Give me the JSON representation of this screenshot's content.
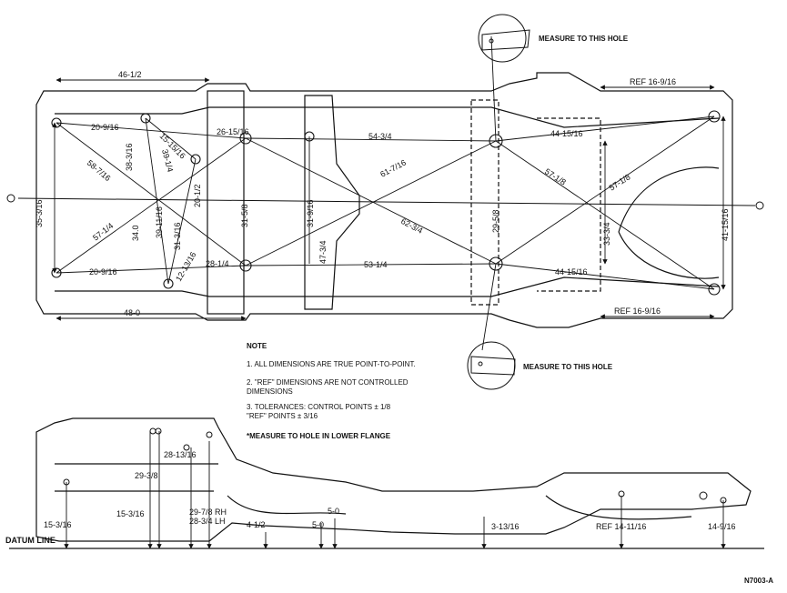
{
  "top_view": {
    "dimensions": [
      "46-1/2",
      "REF 16-9/16",
      "20-9/16",
      "15-15/16",
      "26-15/16",
      "54-3/4",
      "44-15/16",
      "58-7/16",
      "38-3/16",
      "39-1/4",
      "61-7/16",
      "57-1/8",
      "57-1/8",
      "35-3/16",
      "57-1/4",
      "34.0",
      "39-11/16",
      "31-3/16",
      "20-1/2",
      "31-5/8",
      "31-9/16",
      "29-5/8",
      "62-3/4",
      "33-3/4",
      "41-15/16",
      "47-3/4",
      "12-13/16",
      "28-1/4",
      "20-9/16",
      "53-1/4",
      "44-15/16",
      "48-0",
      "REF 16-9/16"
    ],
    "callout_top": "MEASURE TO THIS HOLE",
    "callout_bottom": "MEASURE TO THIS HOLE"
  },
  "notes": {
    "title": "NOTE",
    "items": [
      "1. ALL DIMENSIONS ARE TRUE POINT-TO-POINT.",
      "2. \"REF\" DIMENSIONS ARE NOT CONTROLLED\n    DIMENSIONS",
      "3. TOLERANCES:  CONTROL POINTS ± 1/8\n                        \"REF\" POINTS ± 3/16"
    ],
    "footnote": "*MEASURE TO HOLE IN LOWER FLANGE"
  },
  "side_view": {
    "datum_label": "DATUM LINE",
    "dimensions": [
      "28-13/16",
      "29-3/8",
      "15-3/16",
      "15-3/16",
      "29-7/8 RH",
      "28-3/4 LH",
      "4-1/2",
      "5-0",
      "5-0",
      "3-13/16",
      "REF 14-11/16",
      "14-9/16"
    ]
  },
  "figure_id": "N7003-A",
  "colors": {
    "ink": "#111111",
    "paper": "#ffffff"
  }
}
